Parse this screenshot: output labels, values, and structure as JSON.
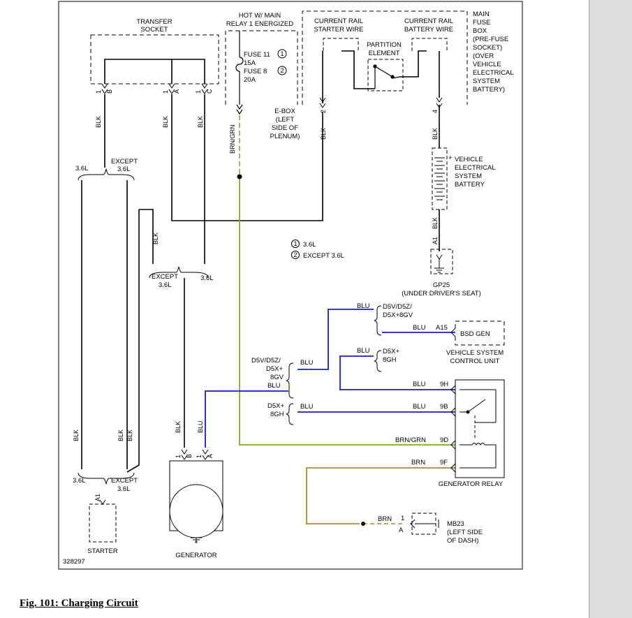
{
  "caption": "Fig. 101: Charging Circuit",
  "figure_id": "328297",
  "colors": {
    "blk": "#000000",
    "blu": "#1a1adc",
    "brn_grn": "#7fa832",
    "brn": "#b08a2e",
    "sidebar": "#dcdcdc"
  },
  "labels": {
    "transfer_socket": [
      "TRANSFER",
      "SOCKET"
    ],
    "hot_w_main": [
      "HOT W/ MAIN",
      "RELAY 1 ENERGIZED"
    ],
    "rail_starter": [
      "CURRENT RAIL",
      "STARTER WIRE"
    ],
    "rail_battery": [
      "CURRENT RAIL",
      "BATTERY WIRE"
    ],
    "main_fuse_box": [
      "MAIN",
      "FUSE",
      "BOX",
      "(PRE-FUSE",
      "SOCKET)",
      "(OVER",
      "VEHICLE",
      "ELECTRICAL",
      "SYSTEM",
      "BATTERY)"
    ],
    "partition": [
      "PARTITION",
      "ELEMENT"
    ],
    "fuse11": "FUSE 11",
    "fuse11_amp": "15A",
    "fuse8": "FUSE 8",
    "fuse8_amp": "20A",
    "note1_mark": "1",
    "note2_mark": "2",
    "ebox": [
      "E-BOX",
      "(LEFT",
      "SIDE OF",
      "PLENUM)"
    ],
    "battery": [
      "VEHICLE",
      "ELECTRICAL",
      "SYSTEM",
      "BATTERY"
    ],
    "gp25": [
      "GP25",
      "(UNDER DRIVER'S SEAT)"
    ],
    "note1": "3.6L",
    "note2": "EXCEPT 3.6L",
    "except": "EXCEPT",
    "v36": "3.6L",
    "d5v_top": [
      "D5V/D5Z/",
      "D5X+8GV"
    ],
    "d5x_8gh": [
      "D5X+",
      "8GH"
    ],
    "d5v_left": [
      "D5V/D5Z/",
      "D5X+",
      "8GV",
      "BLU"
    ],
    "d5x_left": [
      "D5X+",
      "8GH"
    ],
    "bsd_gen": "BSD GEN",
    "vscu": [
      "VEHICLE SYSTEM",
      "CONTROL UNIT"
    ],
    "gen_relay": "GENERATOR RELAY",
    "starter": "STARTER",
    "generator": "GENERATOR",
    "mb23": [
      "MB23",
      "(LEFT SIDE",
      "OF DASH)"
    ],
    "blk": "BLK",
    "blu": "BLU",
    "brn": "BRN",
    "brn_grn": "BRN/GRN",
    "pin_a15": "A15",
    "pin_9h": "9H",
    "pin_9b": "9B",
    "pin_9d": "9D",
    "pin_9f": "9F",
    "pin_1": "1",
    "pin_2": "2",
    "pin_4": "4",
    "pin_a": "A",
    "pin_b": "B",
    "pin_c": "C",
    "pin_a1": "A1",
    "pin_1a": "1",
    "pin_aa": "A"
  }
}
